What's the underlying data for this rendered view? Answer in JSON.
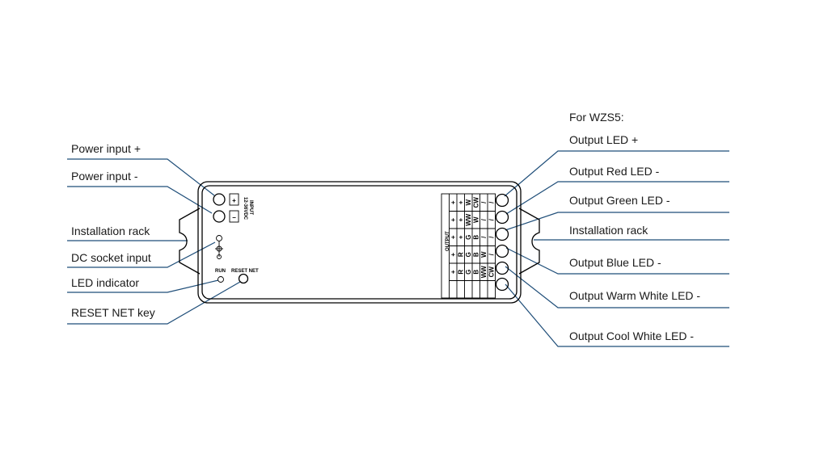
{
  "colors": {
    "leader": "#1f4e79",
    "outline": "#000000",
    "text": "#1a1a1a"
  },
  "left_labels": {
    "power_plus": "Power input +",
    "power_minus": "Power input -",
    "install_rack": "Installation rack",
    "dc_socket": "DC socket input",
    "led_indicator": "LED indicator",
    "reset_key": "RESET NET key"
  },
  "right_labels": {
    "heading": "For WZS5:",
    "out_plus": "Output LED +",
    "out_red": "Output Red LED -",
    "out_green": "Output Green LED -",
    "install_rack": "Installation rack",
    "out_blue": "Output Blue LED -",
    "out_ww": "Output Warm White LED -",
    "out_cw": "Output Cool White LED -"
  },
  "device": {
    "plus": "+",
    "minus": "−",
    "input_line1": "12-36VDC",
    "input_line2": "INPUT",
    "run": "RUN",
    "reset_net": "RESET NET",
    "output": "OUTPUT",
    "table": [
      [
        "+",
        "+",
        "+",
        "+",
        "+"
      ],
      [
        "+",
        "+",
        "+",
        "R",
        "R"
      ],
      [
        "W",
        "WW",
        "G",
        "G",
        "G"
      ],
      [
        "CW",
        "W",
        "B",
        "B",
        "B"
      ],
      [
        "/",
        "/",
        "/",
        "W",
        "WW"
      ],
      [
        "/",
        "/",
        "/",
        "/",
        "CW"
      ]
    ]
  }
}
